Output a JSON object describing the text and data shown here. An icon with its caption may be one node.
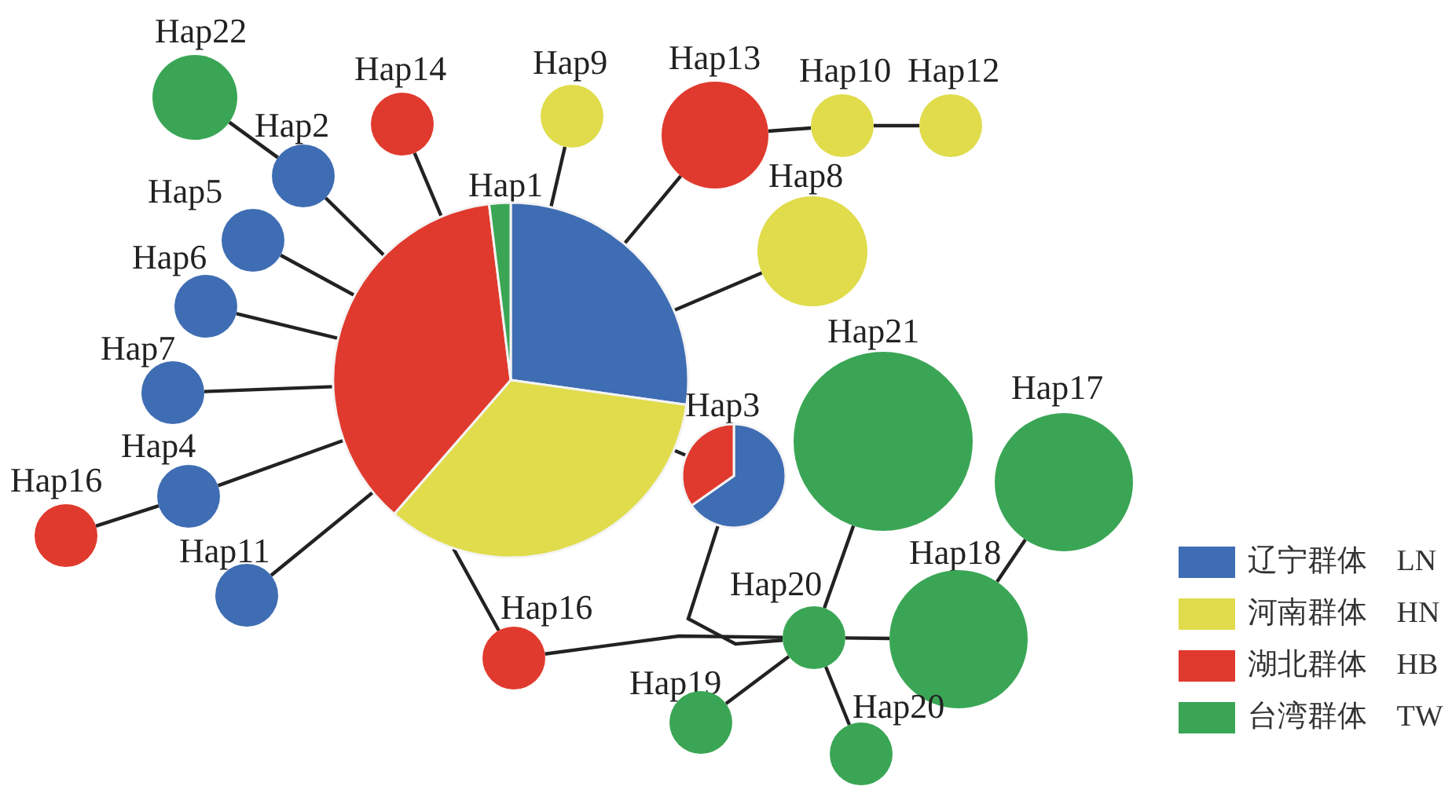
{
  "diagram": {
    "nodes": [
      {
        "text": [
          "Hap22"
        ]
      },
      {
        "text": [
          "Hap2"
        ]
      },
      {
        "text": [
          "Hap14"
        ]
      },
      {
        "text": [
          "Hap9"
        ]
      },
      {
        "text": [
          "Hap13"
        ]
      },
      {
        "text": [
          "Hap10"
        ]
      },
      {
        "text": [
          "Hap12"
        ]
      },
      {
        "text": [
          "Hap1"
        ]
      },
      {
        "text": [
          "Hap8"
        ]
      },
      {
        "text": [
          "Hap5"
        ]
      },
      {
        "text": [
          "Hap6"
        ]
      },
      {
        "text": [
          "Hap7"
        ]
      },
      {
        "text": [
          "Hap3"
        ]
      },
      {
        "text": [
          "Hap21"
        ]
      },
      {
        "text": [
          "Hap17"
        ]
      },
      {
        "text": [
          "Hap4"
        ]
      },
      {
        "text": [
          "Hap16"
        ]
      },
      {
        "text": [
          "Hap11"
        ]
      },
      {
        "text": [
          "Hap18"
        ]
      },
      {
        "text": [
          "Hap16"
        ]
      },
      {
        "text": [
          "Hap20"
        ]
      },
      {
        "text": [
          "Hap19"
        ]
      },
      {
        "text": [
          "Hap20"
        ]
      }
    ],
    "edges": [
      {
        "from": 0,
        "to": 1,
        "arrow": "none"
      },
      {
        "from": 1,
        "to": 7,
        "arrow": "none"
      },
      {
        "from": 2,
        "to": 7,
        "arrow": "none"
      },
      {
        "from": 3,
        "to": 7,
        "arrow": "none"
      },
      {
        "from": 4,
        "to": 7,
        "arrow": "none"
      },
      {
        "from": 4,
        "to": 5,
        "arrow": "none"
      },
      {
        "from": 5,
        "to": 6,
        "arrow": "none"
      },
      {
        "from": 7,
        "to": 8,
        "arrow": "none"
      },
      {
        "from": 7,
        "to": 9,
        "arrow": "none"
      },
      {
        "from": 7,
        "to": 10,
        "arrow": "none"
      },
      {
        "from": 7,
        "to": 11,
        "arrow": "none"
      },
      {
        "from": 7,
        "to": 15,
        "arrow": "none"
      },
      {
        "from": 15,
        "to": 16,
        "arrow": "none"
      },
      {
        "from": 7,
        "to": 17,
        "arrow": "none"
      },
      {
        "from": 7,
        "to": 12,
        "arrow": "none"
      },
      {
        "from": 7,
        "to": 19,
        "arrow": "none"
      },
      {
        "from": 19,
        "to": 20,
        "arrow": "none"
      },
      {
        "from": 12,
        "to": 20,
        "arrow": "none"
      },
      {
        "from": 13,
        "to": 20,
        "arrow": "none"
      },
      {
        "from": 20,
        "to": 18,
        "arrow": "none"
      },
      {
        "from": 18,
        "to": 14,
        "arrow": "none"
      },
      {
        "from": 20,
        "to": 21,
        "arrow": "none"
      },
      {
        "from": 20,
        "to": 22,
        "arrow": "none"
      }
    ],
    "legend": [
      {
        "text": "辽宁群体 LN",
        "color": "#3f6db3"
      },
      {
        "text": "河南群体 HN",
        "color": "#e0dc4c"
      },
      {
        "text": "湖北群体 HB",
        "color": "#e03a2e"
      },
      {
        "text": "台湾群体 TW",
        "color": "#3aa655"
      }
    ]
  }
}
